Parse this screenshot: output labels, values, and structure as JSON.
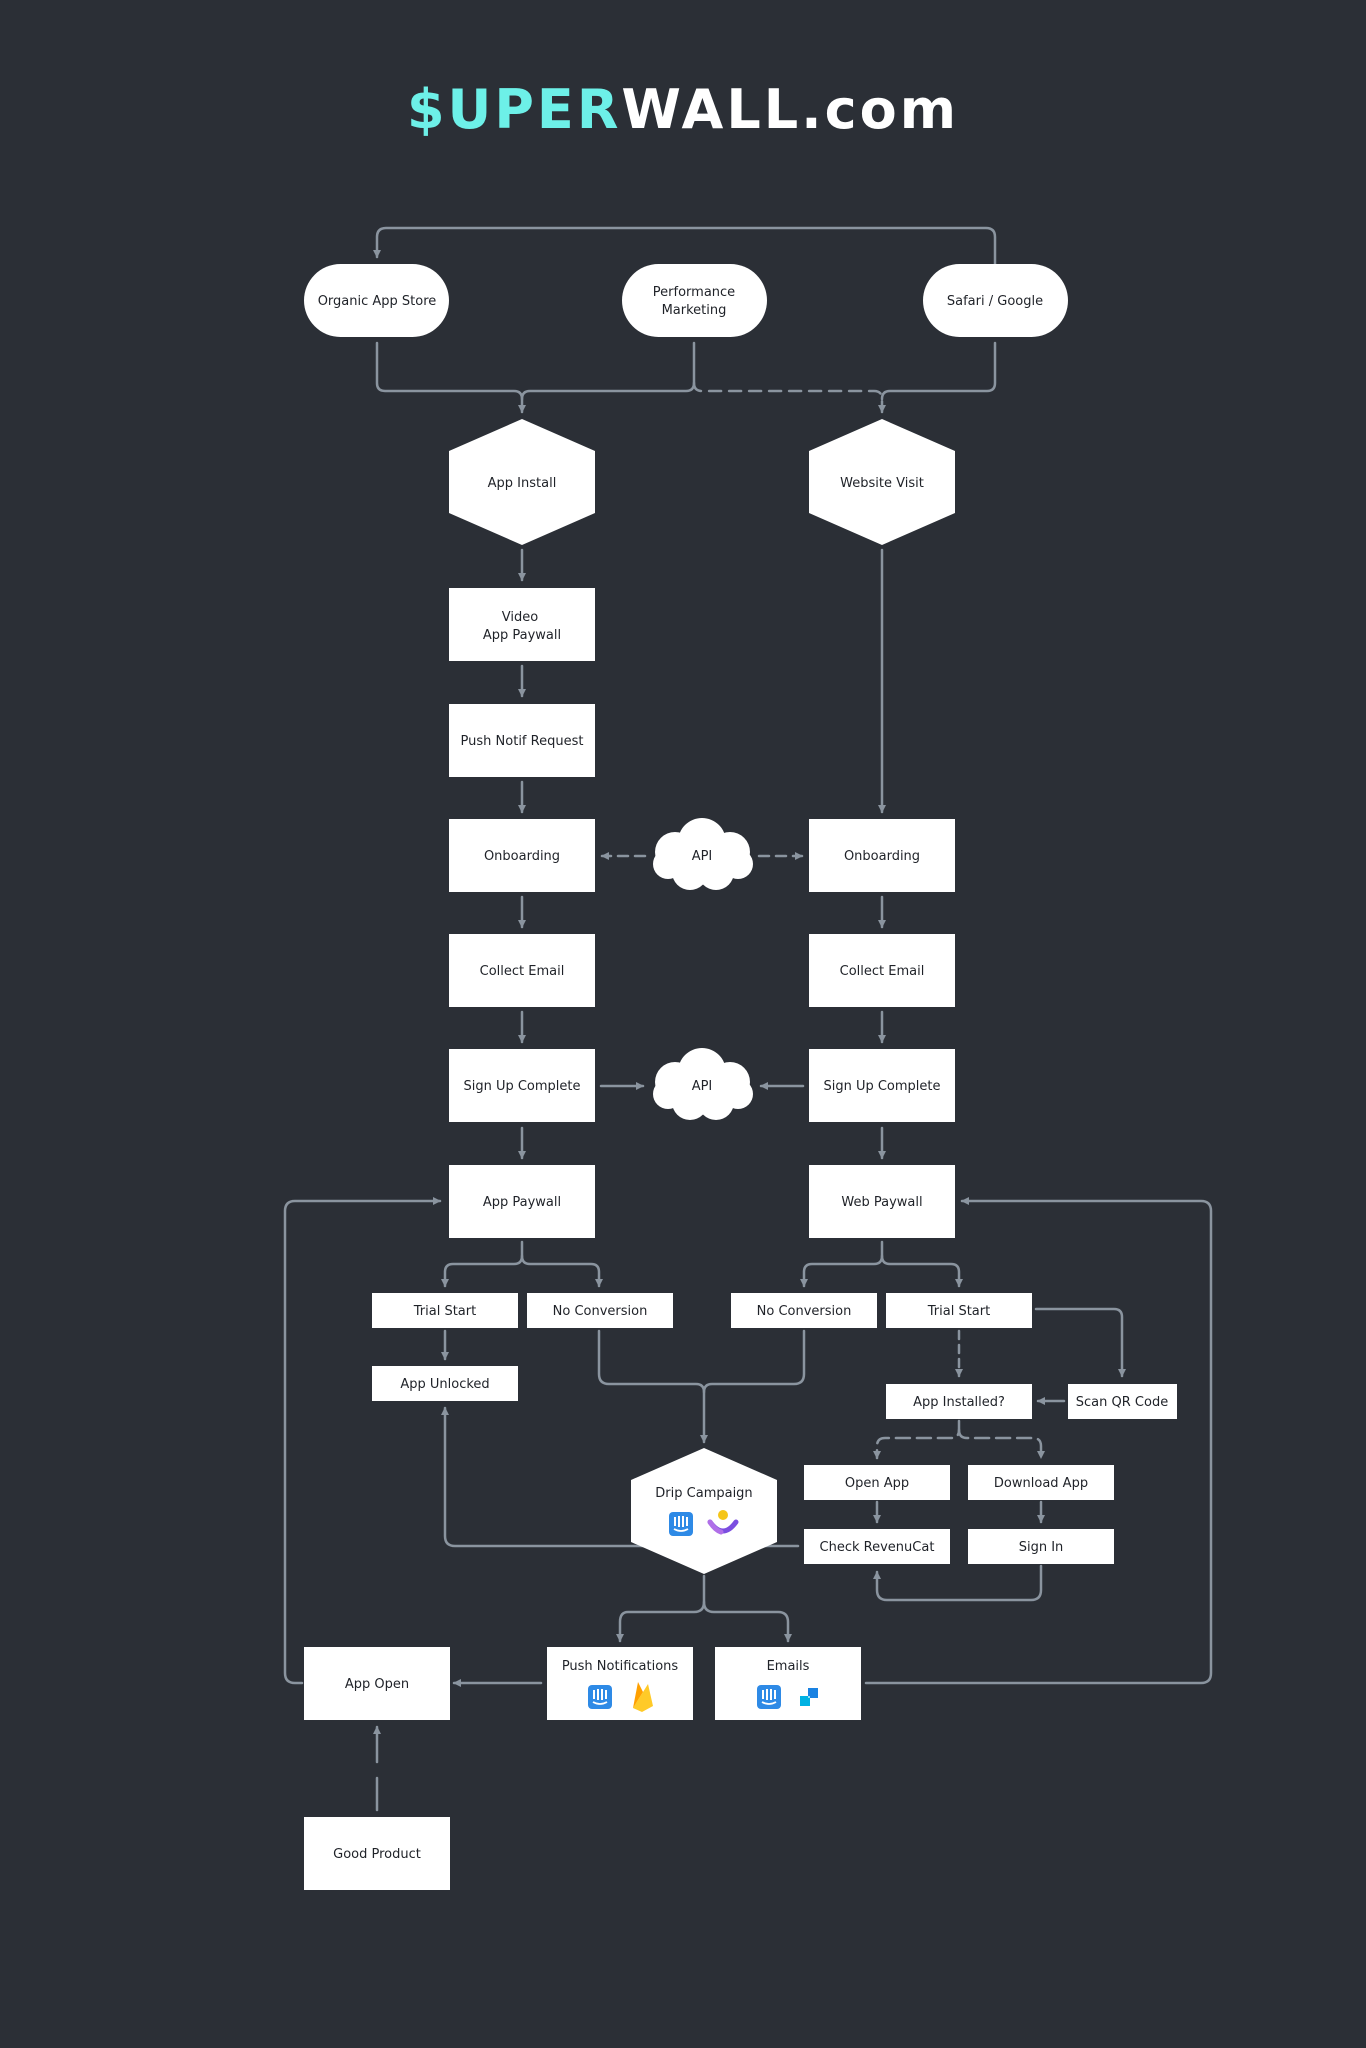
{
  "title": {
    "accent": "$UPER",
    "rest": "WALL.com"
  },
  "colors": {
    "background": "#2b2f36",
    "accent": "#6df0e8",
    "node": "#ffffff",
    "edge": "#8a949f",
    "node_text": "#1f2228"
  },
  "nodes": {
    "organic_app_store": "Organic App Store",
    "performance_marketing_1": "Performance",
    "performance_marketing_2": "Marketing",
    "safari_google": "Safari / Google",
    "app_install": "App Install",
    "website_visit": "Website Visit",
    "video_paywall_1": "Video",
    "video_paywall_2": "App Paywall",
    "push_notif_request": "Push Notif Request",
    "onboarding_left": "Onboarding",
    "api_top": "API",
    "onboarding_right": "Onboarding",
    "collect_email_left": "Collect Email",
    "collect_email_right": "Collect Email",
    "sign_up_left": "Sign Up Complete",
    "api_bottom": "API",
    "sign_up_right": "Sign Up Complete",
    "app_paywall": "App Paywall",
    "web_paywall": "Web Paywall",
    "trial_start_left": "Trial Start",
    "no_conversion_left": "No Conversion",
    "no_conversion_right": "No Conversion",
    "trial_start_right": "Trial Start",
    "app_unlocked": "App Unlocked",
    "app_installed": "App Installed?",
    "scan_qr": "Scan QR Code",
    "drip_campaign": "Drip Campaign",
    "open_app": "Open App",
    "download_app": "Download  App",
    "check_revenuecat": "Check RevenuCat",
    "sign_in": "Sign In",
    "push_notifications": "Push Notifications",
    "emails": "Emails",
    "app_open": "App Open",
    "good_product": "Good Product"
  },
  "icons": {
    "drip": [
      "intercom-icon",
      "customerio-icon"
    ],
    "push": [
      "intercom-icon",
      "firebase-icon"
    ],
    "emails": [
      "intercom-icon",
      "sendgrid-icon"
    ]
  }
}
